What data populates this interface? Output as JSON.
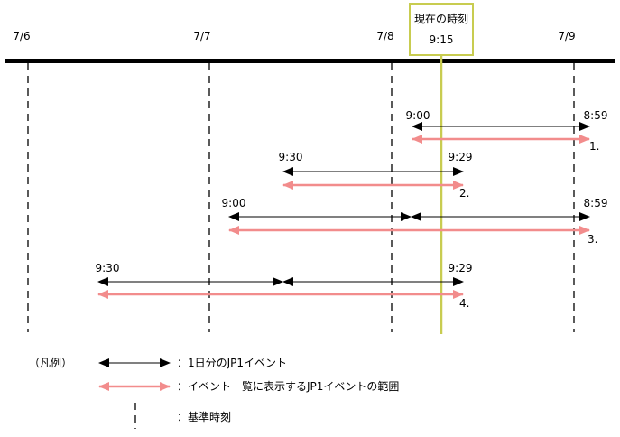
{
  "colors": {
    "black": "#000000",
    "pink": "#f28c8c",
    "current_line": "#c8cc50"
  },
  "dates": [
    "7/6",
    "7/7",
    "7/8",
    "7/9"
  ],
  "current": {
    "title": "現在の時刻",
    "time": "9:15"
  },
  "rows": [
    {
      "number": "1.",
      "start_label": "9:00",
      "end_label": "8:59"
    },
    {
      "number": "2.",
      "start_label": "9:30",
      "end_label": "9:29"
    },
    {
      "number": "3.",
      "start_label": "9:00",
      "end_label": "8:59"
    },
    {
      "number": "4.",
      "start_label": "9:30",
      "end_label": "9:29"
    }
  ],
  "legend": {
    "title": "（凡例）",
    "day_event": "：1日分のJP1イベント",
    "list_range": "：イベント一覧に表示するJP1イベントの範囲",
    "reference_time": "：基準時刻"
  }
}
